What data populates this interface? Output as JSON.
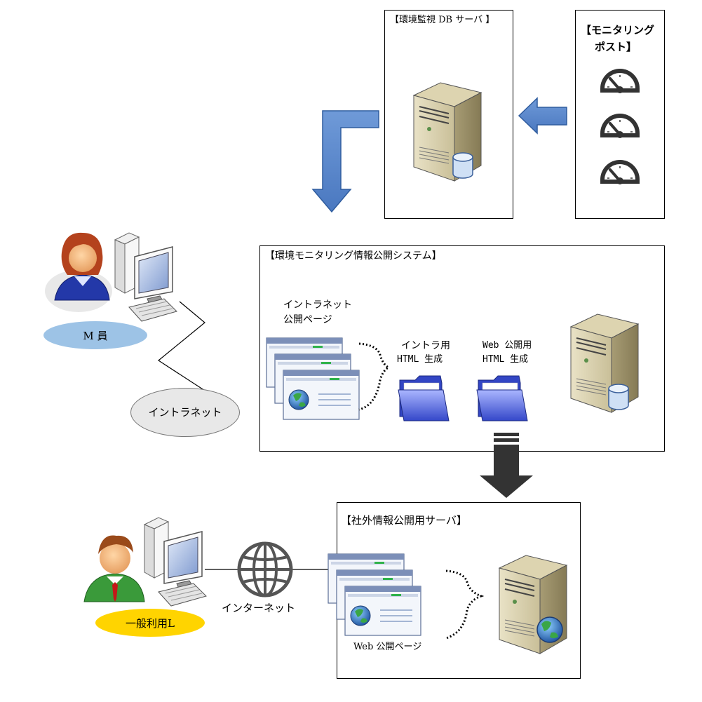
{
  "db_server": {
    "title": "【環境監視 DB サーバ 】"
  },
  "monitoring_post": {
    "title_line1": "【モニタリング",
    "title_line2": "ポスト】"
  },
  "system": {
    "title": "【環境モニタリング情報公開システム】",
    "intranet_pages_line1": "イントラネット",
    "intranet_pages_line2": "公開ページ",
    "intra_html_line1": "イントラ用",
    "intra_html_line2": "HTML 生成",
    "web_html_line1": "Web 公開用",
    "web_html_line2": "HTML 生成"
  },
  "staff": {
    "label": "M 員"
  },
  "intranet": {
    "label": "イントラネット"
  },
  "public_server": {
    "title": "【社外情報公開用サーバ】",
    "pages_label": "Web 公開ページ"
  },
  "general_user": {
    "label": "一般利用L"
  },
  "internet": {
    "label": "インターネット"
  }
}
